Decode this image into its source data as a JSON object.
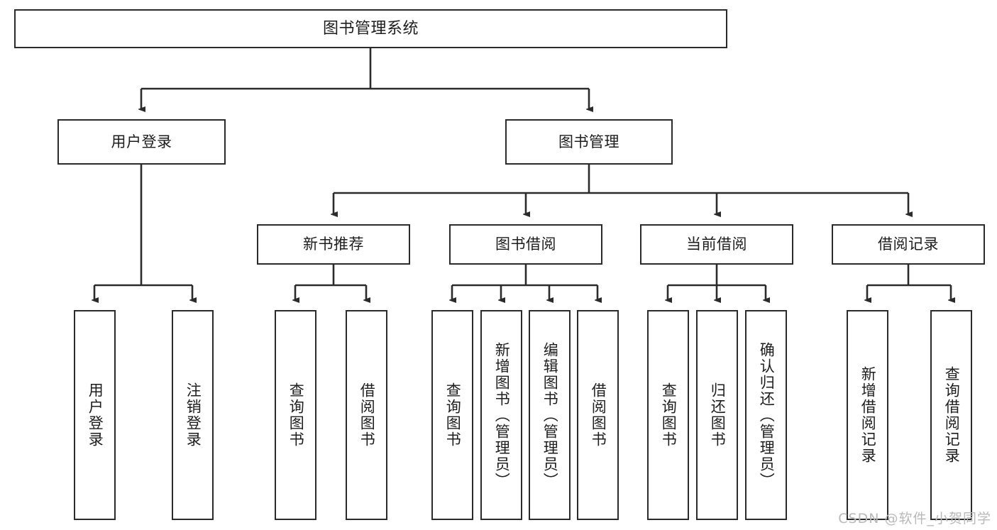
{
  "diagram": {
    "title": "图书管理系统",
    "type": "tree-hierarchy",
    "colors": {
      "box_border": "#2b2b2b",
      "box_fill": "#ffffff",
      "connector": "#2b2b2b",
      "text": "#1d1d1d",
      "watermark": "#b9b9b9"
    },
    "root": {
      "id": "root",
      "label": "图书管理系统"
    },
    "level2": [
      {
        "id": "user-login",
        "label": "用户登录"
      },
      {
        "id": "book-manage",
        "label": "图书管理"
      }
    ],
    "level3": [
      {
        "id": "new-book-rec",
        "label": "新书推荐",
        "parent": "book-manage"
      },
      {
        "id": "book-borrow",
        "label": "图书借阅",
        "parent": "book-manage"
      },
      {
        "id": "current-borrow",
        "label": "当前借阅",
        "parent": "book-manage"
      },
      {
        "id": "borrow-record",
        "label": "借阅记录",
        "parent": "book-manage"
      }
    ],
    "leaves": {
      "user_login": [
        {
          "id": "leaf-user-login",
          "label": "用户登录"
        },
        {
          "id": "leaf-logout-login",
          "label": "注销登录"
        }
      ],
      "new_book_rec": [
        {
          "id": "leaf-query-book-1",
          "label": "查询图书"
        },
        {
          "id": "leaf-borrow-book-1",
          "label": "借阅图书"
        }
      ],
      "book_borrow": [
        {
          "id": "leaf-query-book-2",
          "label": "查询图书"
        },
        {
          "id": "leaf-add-book",
          "label": "新增图书（管理员）"
        },
        {
          "id": "leaf-edit-book",
          "label": "编辑图书（管理员）"
        },
        {
          "id": "leaf-borrow-book-2",
          "label": "借阅图书"
        }
      ],
      "current_borrow": [
        {
          "id": "leaf-query-book-3",
          "label": "查询图书"
        },
        {
          "id": "leaf-return-book",
          "label": "归还图书"
        },
        {
          "id": "leaf-confirm-return",
          "label": "确认归还（管理员）"
        }
      ],
      "borrow_record": [
        {
          "id": "leaf-add-record",
          "label": "新增借阅记录"
        },
        {
          "id": "leaf-query-record",
          "label": "查询借阅记录"
        }
      ]
    }
  },
  "watermark": {
    "text": "CSDN @软件_小贺同学"
  }
}
